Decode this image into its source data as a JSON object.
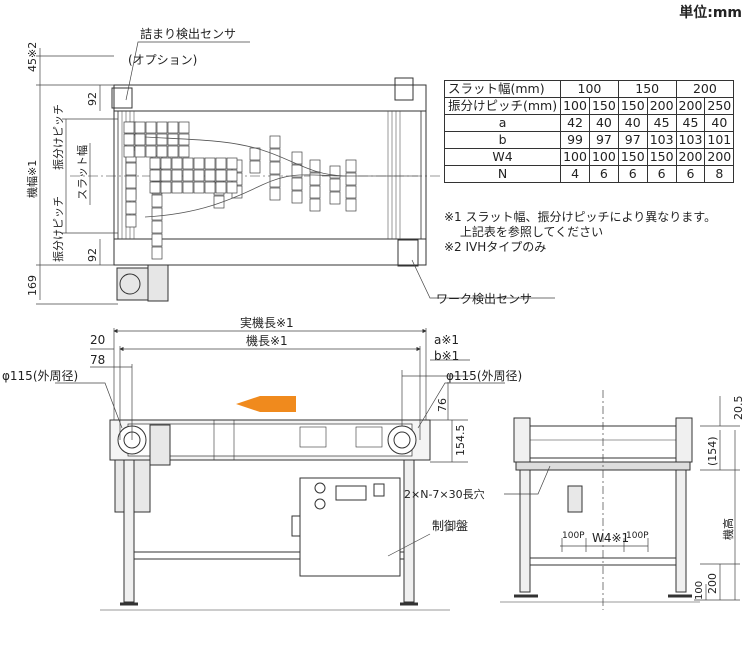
{
  "unit_label": "単位:mm",
  "callouts": {
    "jam_sensor": "詰まり検出センサ",
    "option": "(オプション)",
    "work_sensor": "ワーク検出センサ",
    "control_panel": "制御盤",
    "slot_hole": "2×N-7×30長穴"
  },
  "dims": {
    "d45": "45※2",
    "d92_top": "92",
    "d92_bottom": "92",
    "d169": "169",
    "machine_width": "機幅※1",
    "sort_pitch_top": "振分けピッチ",
    "sort_pitch_bottom": "振分けピッチ",
    "slat_width_v": "スラット幅",
    "actual_length": "実機長※1",
    "machine_length": "機長※1",
    "d20": "20",
    "d78": "78",
    "a_mark": "a※1",
    "b_mark": "b※1",
    "pulley_left": "φ115(外周径)",
    "pulley_right": "φ115(外周径)",
    "d76": "76",
    "d154_5": "154.5",
    "d20_5": "20.5",
    "d154p": "(154)",
    "machine_height": "機高",
    "d200": "200",
    "d100": "100",
    "p100_left": "100P",
    "w4_label": "W4※1",
    "p100_right": "100P"
  },
  "table": {
    "header_label": "スラット幅(mm)",
    "header_values": [
      "100",
      "150",
      "200"
    ],
    "pitch_label": "振分けピッチ(mm)",
    "pitch_values": [
      "100",
      "150",
      "150",
      "200",
      "200",
      "250"
    ],
    "rows": [
      {
        "label": "a",
        "values": [
          "42",
          "40",
          "40",
          "45",
          "45",
          "40"
        ]
      },
      {
        "label": "b",
        "values": [
          "99",
          "97",
          "97",
          "103",
          "103",
          "101"
        ]
      },
      {
        "label": "W4",
        "values": [
          "100",
          "100",
          "150",
          "150",
          "200",
          "200"
        ]
      },
      {
        "label": "N",
        "values": [
          "4",
          "6",
          "6",
          "6",
          "6",
          "8"
        ]
      }
    ]
  },
  "notes": [
    "※1 スラット幅、振分けピッチにより異なります。",
    "　 上記表を参照してください",
    "※2 IVHタイプのみ"
  ],
  "colors": {
    "arrow": "#f08a1d",
    "line": "#333333",
    "dim": "#444444"
  }
}
